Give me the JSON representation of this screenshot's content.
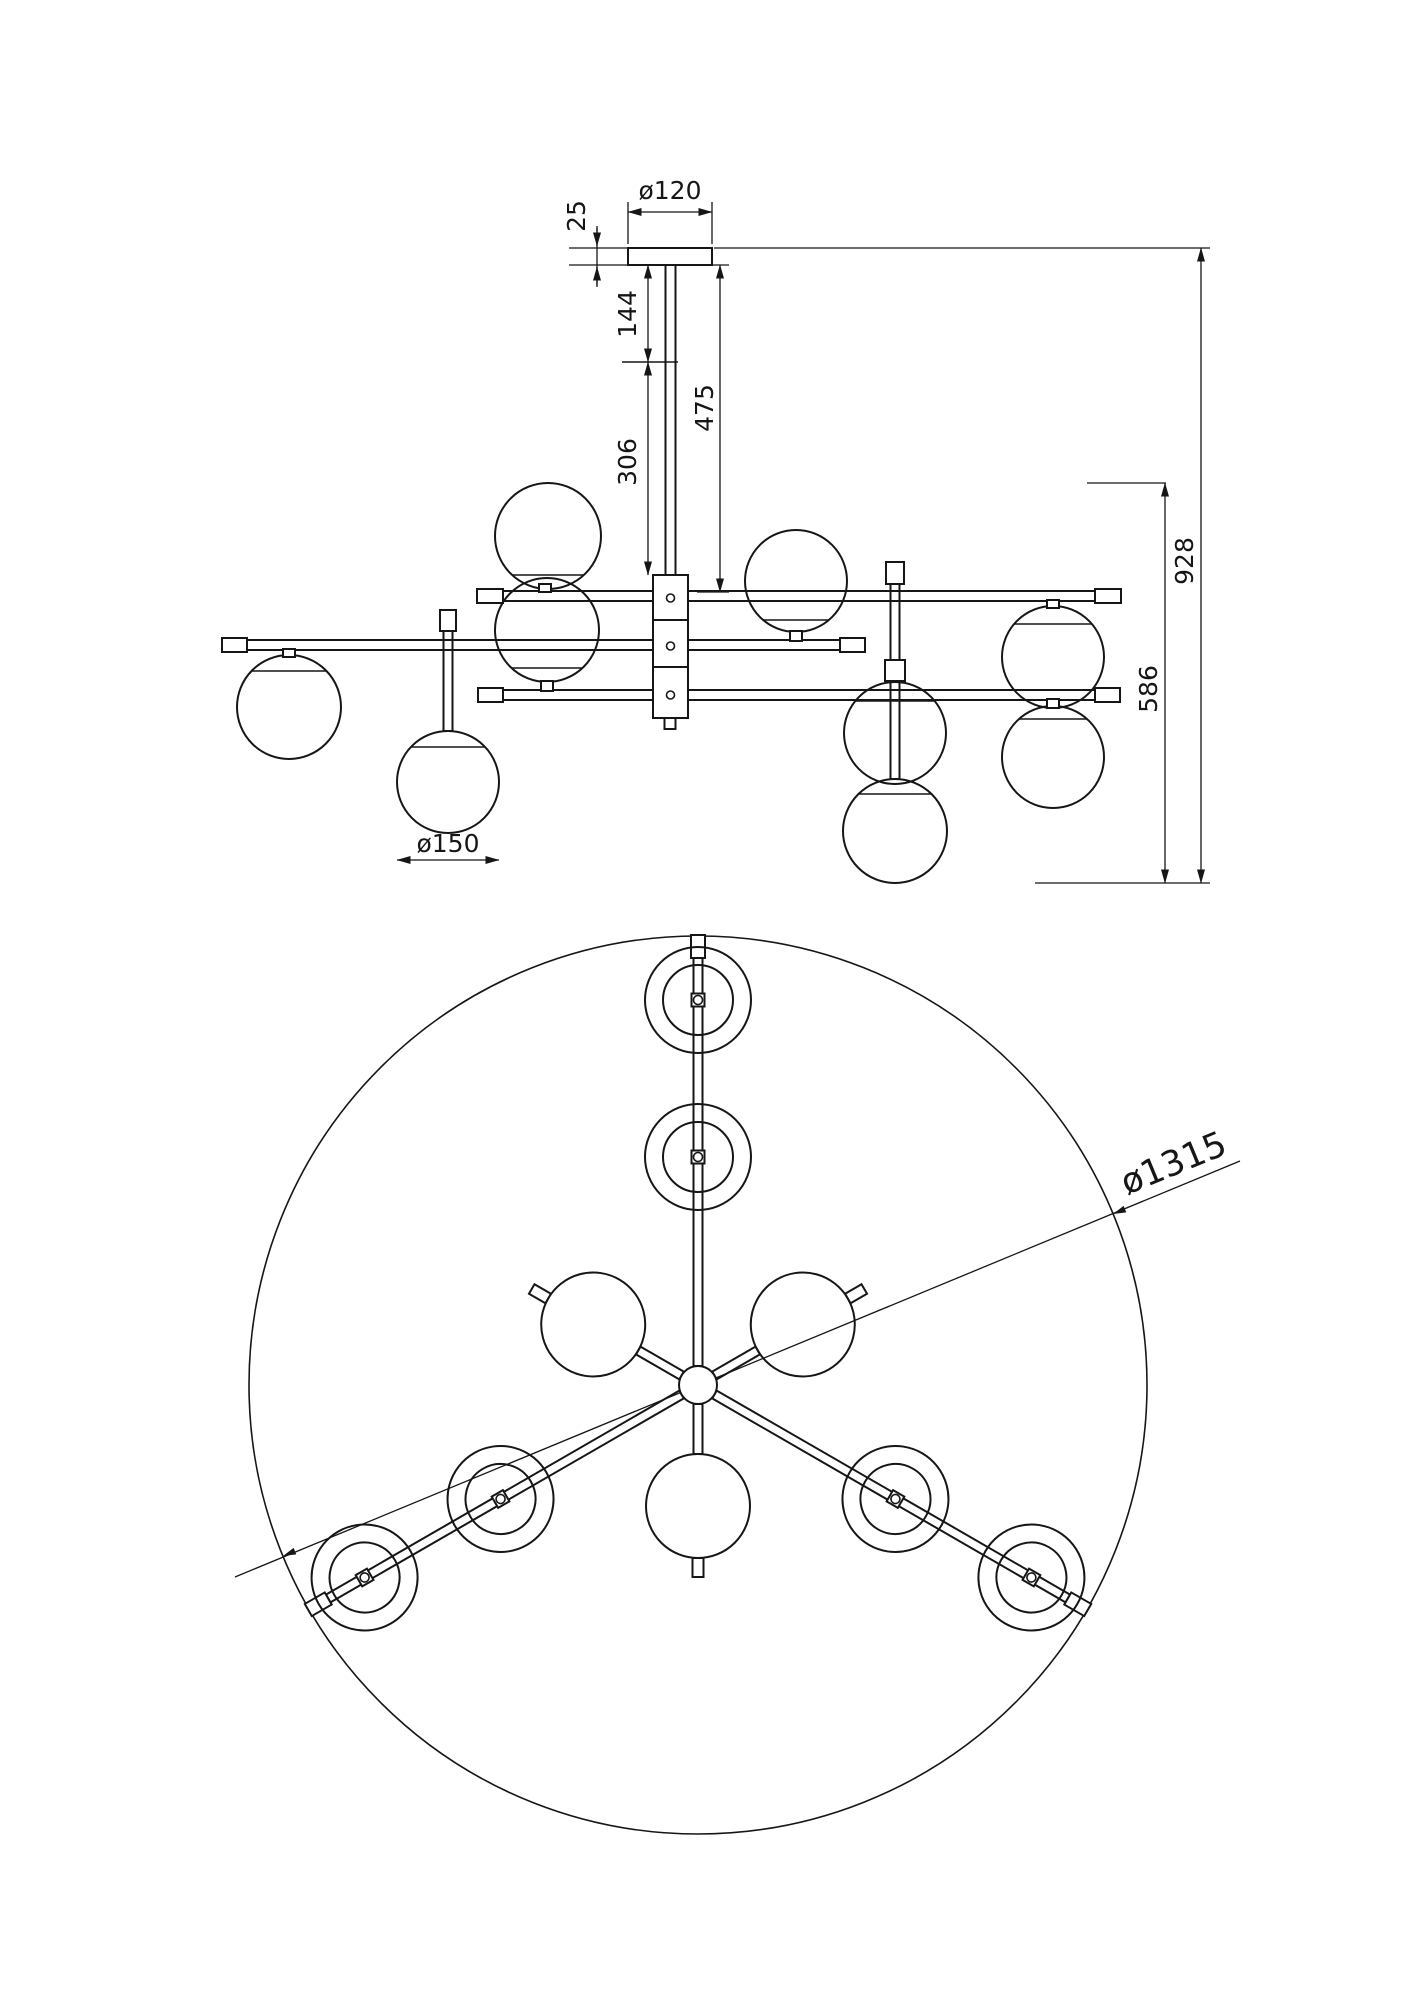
{
  "drawing": {
    "kind": "technical dimension drawing",
    "background_color": "#ffffff",
    "line_color": "#161616",
    "side_view": {
      "dimensions": {
        "canopy_diameter": "ø120",
        "canopy_height": "25",
        "rod_section_upper": "144",
        "rod_section_lower": "306",
        "rod_overall": "475",
        "overall_height": "928",
        "body_height": "586",
        "globe_diameter": "ø150"
      }
    },
    "plan_view": {
      "dimensions": {
        "overall_diameter": "ø1315"
      }
    }
  }
}
